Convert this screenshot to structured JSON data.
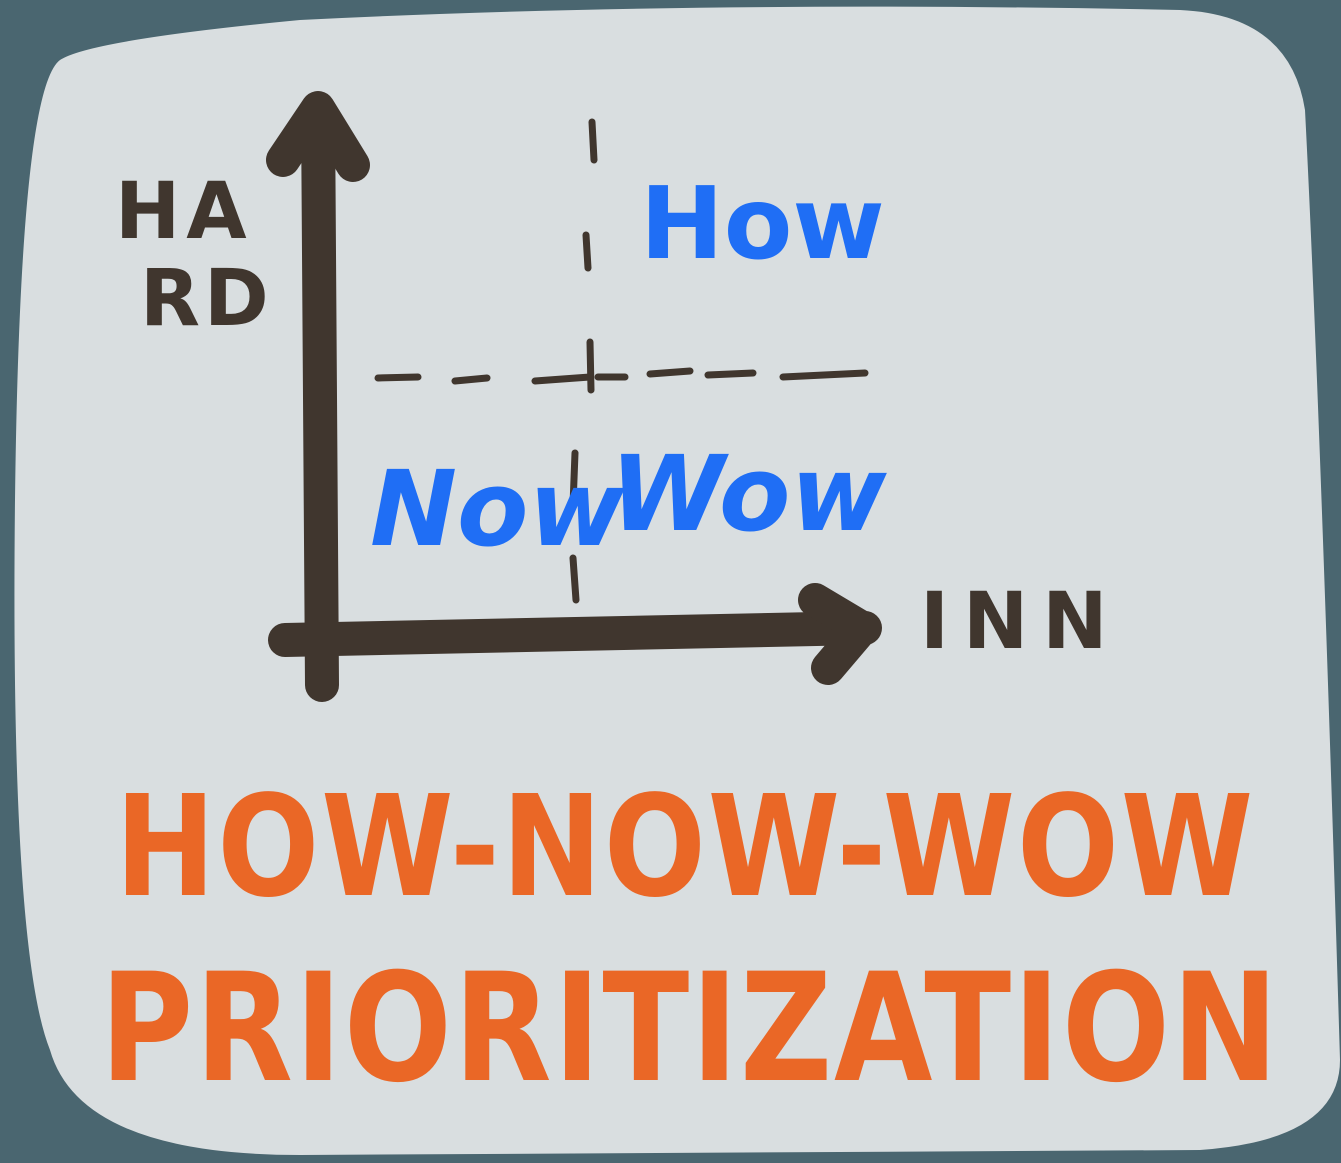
{
  "colors": {
    "background": "#4a6670",
    "card": "#d9dee0",
    "ink": "#40362e",
    "quadrant_label": "#1f6ef5",
    "title": "#ea6726"
  },
  "axes": {
    "y_label_line1": "HA",
    "y_label_line2": "RD",
    "x_label": "INN"
  },
  "quadrants": {
    "top_right": "How",
    "bottom_left": "Now",
    "bottom_right": "Wow"
  },
  "title": {
    "line1": "HOW-NOW-WOW",
    "line2": "PRIORITIZATION"
  }
}
